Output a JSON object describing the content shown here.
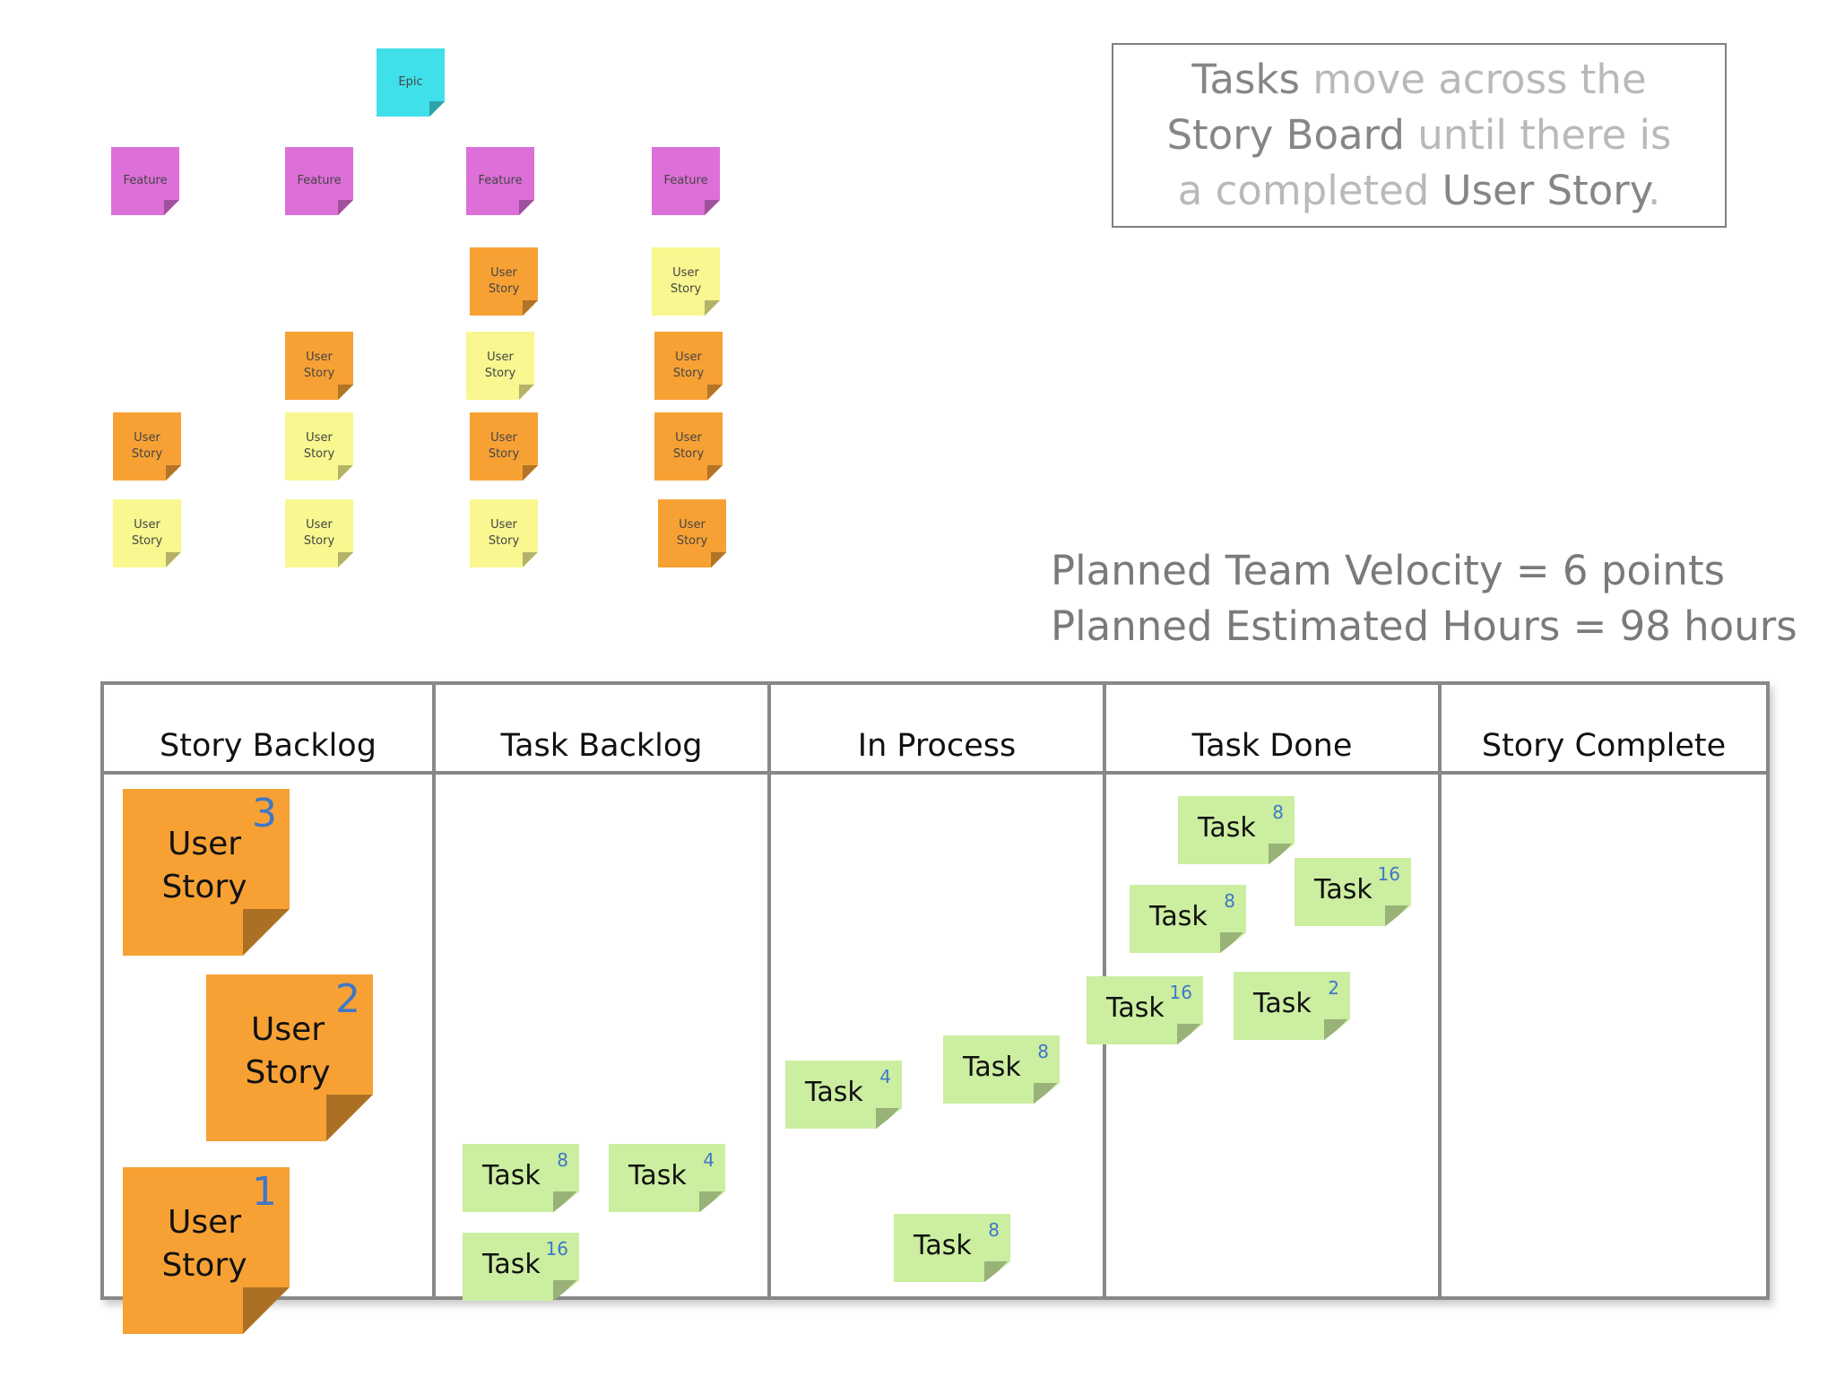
{
  "hierarchy": {
    "epic": "Epic",
    "feature": "Feature",
    "user_story": "User Story"
  },
  "callout": {
    "parts": [
      {
        "text": "Tasks",
        "tone": "dark"
      },
      {
        "text": " move across the ",
        "tone": "light"
      },
      {
        "text": "Story Board",
        "tone": "dark"
      },
      {
        "text": " until there is a completed ",
        "tone": "light"
      },
      {
        "text": "User Story",
        "tone": "dark"
      },
      {
        "text": ".",
        "tone": "light"
      }
    ]
  },
  "planned": {
    "velocity": "Planned Team Velocity = 6 points",
    "hours": "Planned Estimated Hours = 98 hours"
  },
  "board": {
    "columns": [
      "Story Backlog",
      "Task Backlog",
      "In Process",
      "Task Done",
      "Story Complete"
    ],
    "story_label": "User Story",
    "task_label": "Task",
    "stories": [
      {
        "points": "3"
      },
      {
        "points": "2"
      },
      {
        "points": "1"
      }
    ],
    "tasks": {
      "task_backlog": [
        "8",
        "4",
        "16"
      ],
      "in_process": [
        "4",
        "8",
        "8"
      ],
      "task_done": [
        "8",
        "16",
        "8",
        "16",
        "2"
      ]
    }
  },
  "colors": {
    "epic": "#3fe0ea",
    "feature": "#dd6fd8",
    "story_orange": "#f7a135",
    "story_yellow": "#f8f790",
    "task_green": "#cbeea0",
    "estimate_blue": "#3f77c8"
  }
}
